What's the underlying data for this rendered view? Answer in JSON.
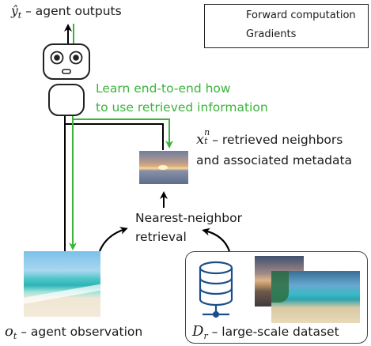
{
  "agent_outputs": {
    "var": "ŷ",
    "sub": "t",
    "text": " – agent outputs"
  },
  "legend": {
    "forward_label": "Forward computation",
    "gradients_label": "Gradients",
    "forward_color": "#000000",
    "gradient_color": "#3cb43c"
  },
  "learn_note": {
    "line1": "Learn end-to-end how",
    "line2": "to use retrieved information"
  },
  "retrieved": {
    "var": "x",
    "sup": "n",
    "sub": "t",
    "line1": "– retrieved neighbors",
    "line2": "and associated metadata"
  },
  "retrieval": {
    "line1": "Nearest-neighbor",
    "line2": "retrieval"
  },
  "observation": {
    "var": "o",
    "sub": "t",
    "text": " – agent observation"
  },
  "dataset": {
    "var": "D",
    "sub": "r",
    "text": " – large-scale dataset"
  },
  "icons": [
    "robot-icon",
    "database-icon",
    "beach-photo",
    "sunset-photo"
  ]
}
